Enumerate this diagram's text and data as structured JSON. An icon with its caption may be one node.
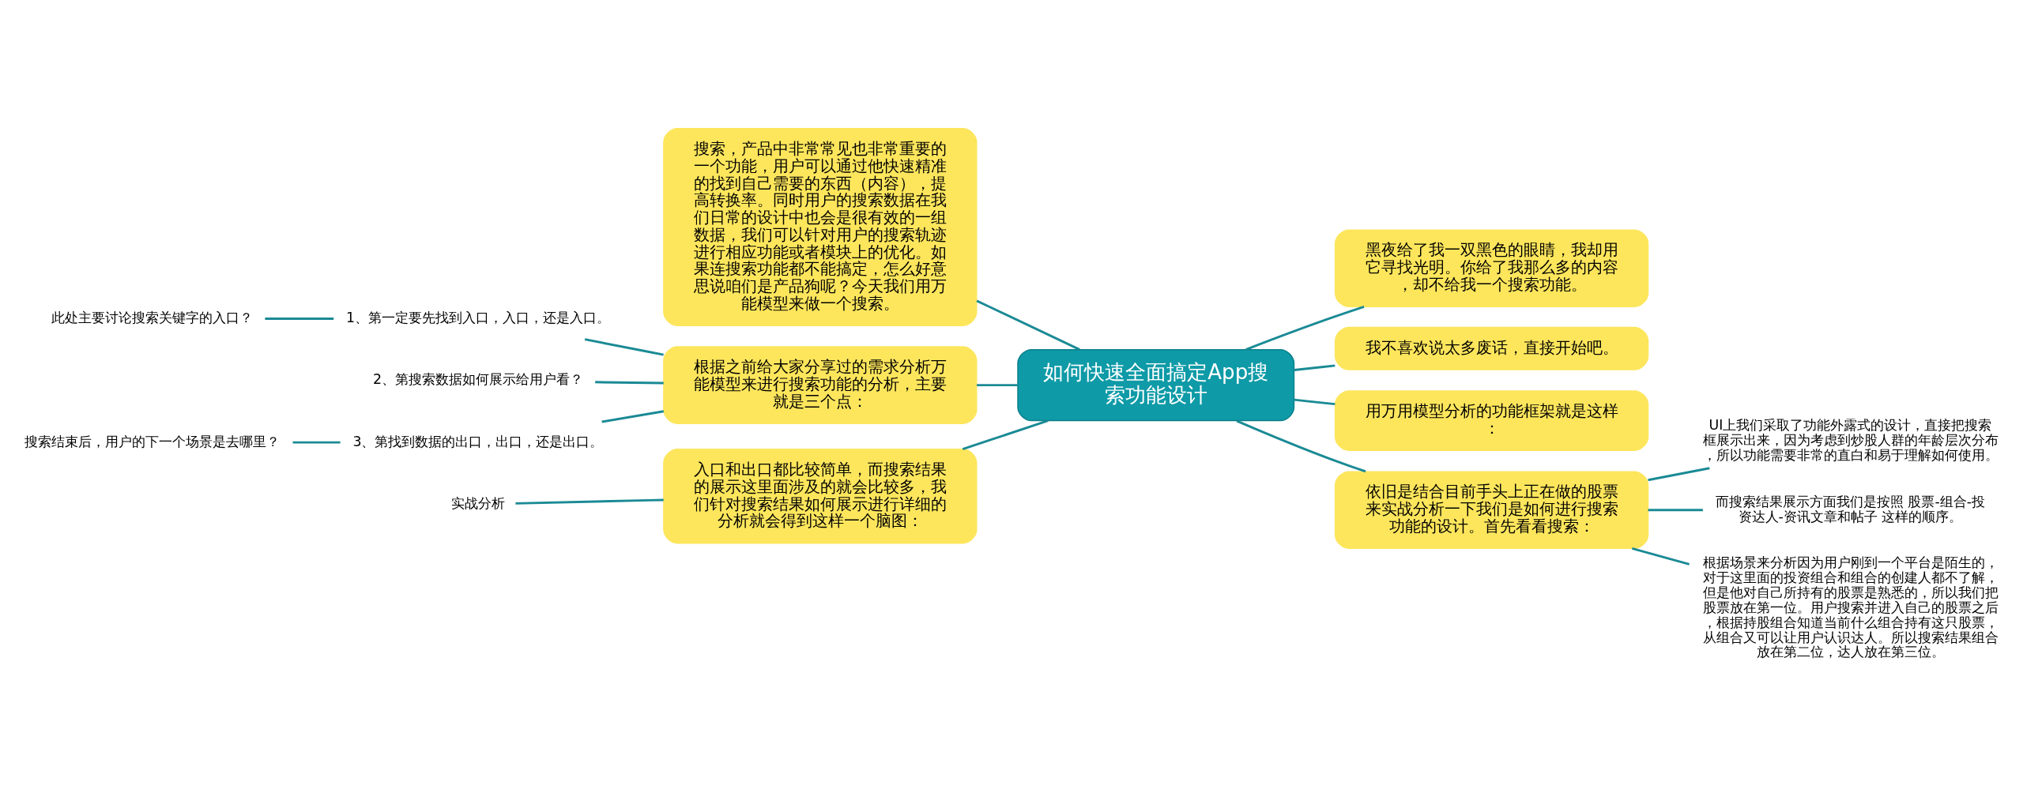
{
  "diagram": {
    "nodes": [
      {
        "text": [
          "如何快速全面搞定App搜索功能设计"
        ]
      },
      {
        "text": [
          "搜索，产品中非常常见也非常重要的一个功能，用户可以通过他快速精准的找到自己需要的东西（内容），提高转换率。同时用户的搜索数据在我们日常的设计中也会是很有效的一组数据，我们可以针对用户的搜索轨迹进行相应功能或者模块上的优化。如果连搜索功能都不能搞定，怎么好意思说咱们是产品狗呢？今天我们用万能模型来做一个搜索。"
        ]
      },
      {
        "text": [
          "根据之前给大家分享过的需求分析万能模型来进行搜索功能的分析，主要就是三个点："
        ]
      },
      {
        "text": [
          "1、第一定要先找到入口，入口，还是入口。"
        ]
      },
      {
        "text": [
          "此处主要讨论搜索关键字的入口？"
        ]
      },
      {
        "text": [
          "2、第搜索数据如何展示给用户看？"
        ]
      },
      {
        "text": [
          "3、第找到数据的出口，出口，还是出口。"
        ]
      },
      {
        "text": [
          "搜索结束后，用户的下一个场景是去哪里？"
        ]
      },
      {
        "text": [
          "入口和出口都比较简单，而搜索结果的展示这里面涉及的就会比较多，我们针对搜索结果如何展示进行详细的分析就会得到这样一个脑图："
        ]
      },
      {
        "text": [
          "实战分析"
        ]
      },
      {
        "text": [
          "黑夜给了我一双黑色的眼睛，我却用它寻找光明。你给了我那么多的内容，却不给我一个搜索功能。"
        ]
      },
      {
        "text": [
          "我不喜欢说太多废话，直接开始吧。"
        ]
      },
      {
        "text": [
          "用万用模型分析的功能框架就是这样："
        ]
      },
      {
        "text": [
          "依旧是结合目前手头上正在做的股票来实战分析一下我们是如何进行搜索功能的设计。首先看看搜索："
        ]
      },
      {
        "text": [
          "UI上我们采取了功能外露式的设计，直接把搜索框展示出来，因为考虑到炒股人群的年龄层次分布，所以功能需要非常的直白和易于理解如何使用。"
        ]
      },
      {
        "text": [
          "而搜索结果展示方面我们是按照 股票-组合-投资达人-资讯文章和帖子 这样的顺序。"
        ]
      },
      {
        "text": [
          "根据场景来分析因为用户刚到一个平台是陌生的，对于这里面的投资组合和组合的创建人都不了解，但是他对自己所持有的股票是熟悉的，所以我们把股票放在第一位。用户搜索并进入自己的股票之后，根据持股组合知道当前什么组合持有这只股票，从组合又可以让用户认识达人。所以搜索结果组合放在第二位，达人放在第三位。"
        ]
      }
    ],
    "edges": [
      {
        "from": 0,
        "to": 1,
        "arrow": "none"
      },
      {
        "from": 0,
        "to": 2,
        "arrow": "none"
      },
      {
        "from": 2,
        "to": 3,
        "arrow": "none"
      },
      {
        "from": 3,
        "to": 4,
        "arrow": "none"
      },
      {
        "from": 2,
        "to": 5,
        "arrow": "none"
      },
      {
        "from": 2,
        "to": 6,
        "arrow": "none"
      },
      {
        "from": 6,
        "to": 7,
        "arrow": "none"
      },
      {
        "from": 0,
        "to": 8,
        "arrow": "none"
      },
      {
        "from": 8,
        "to": 9,
        "arrow": "none"
      },
      {
        "from": 0,
        "to": 10,
        "arrow": "none"
      },
      {
        "from": 0,
        "to": 11,
        "arrow": "none"
      },
      {
        "from": 0,
        "to": 12,
        "arrow": "none"
      },
      {
        "from": 0,
        "to": 13,
        "arrow": "none"
      },
      {
        "from": 13,
        "to": 14,
        "arrow": "none"
      },
      {
        "from": 13,
        "to": 15,
        "arrow": "none"
      },
      {
        "from": 13,
        "to": 16,
        "arrow": "none"
      }
    ]
  }
}
